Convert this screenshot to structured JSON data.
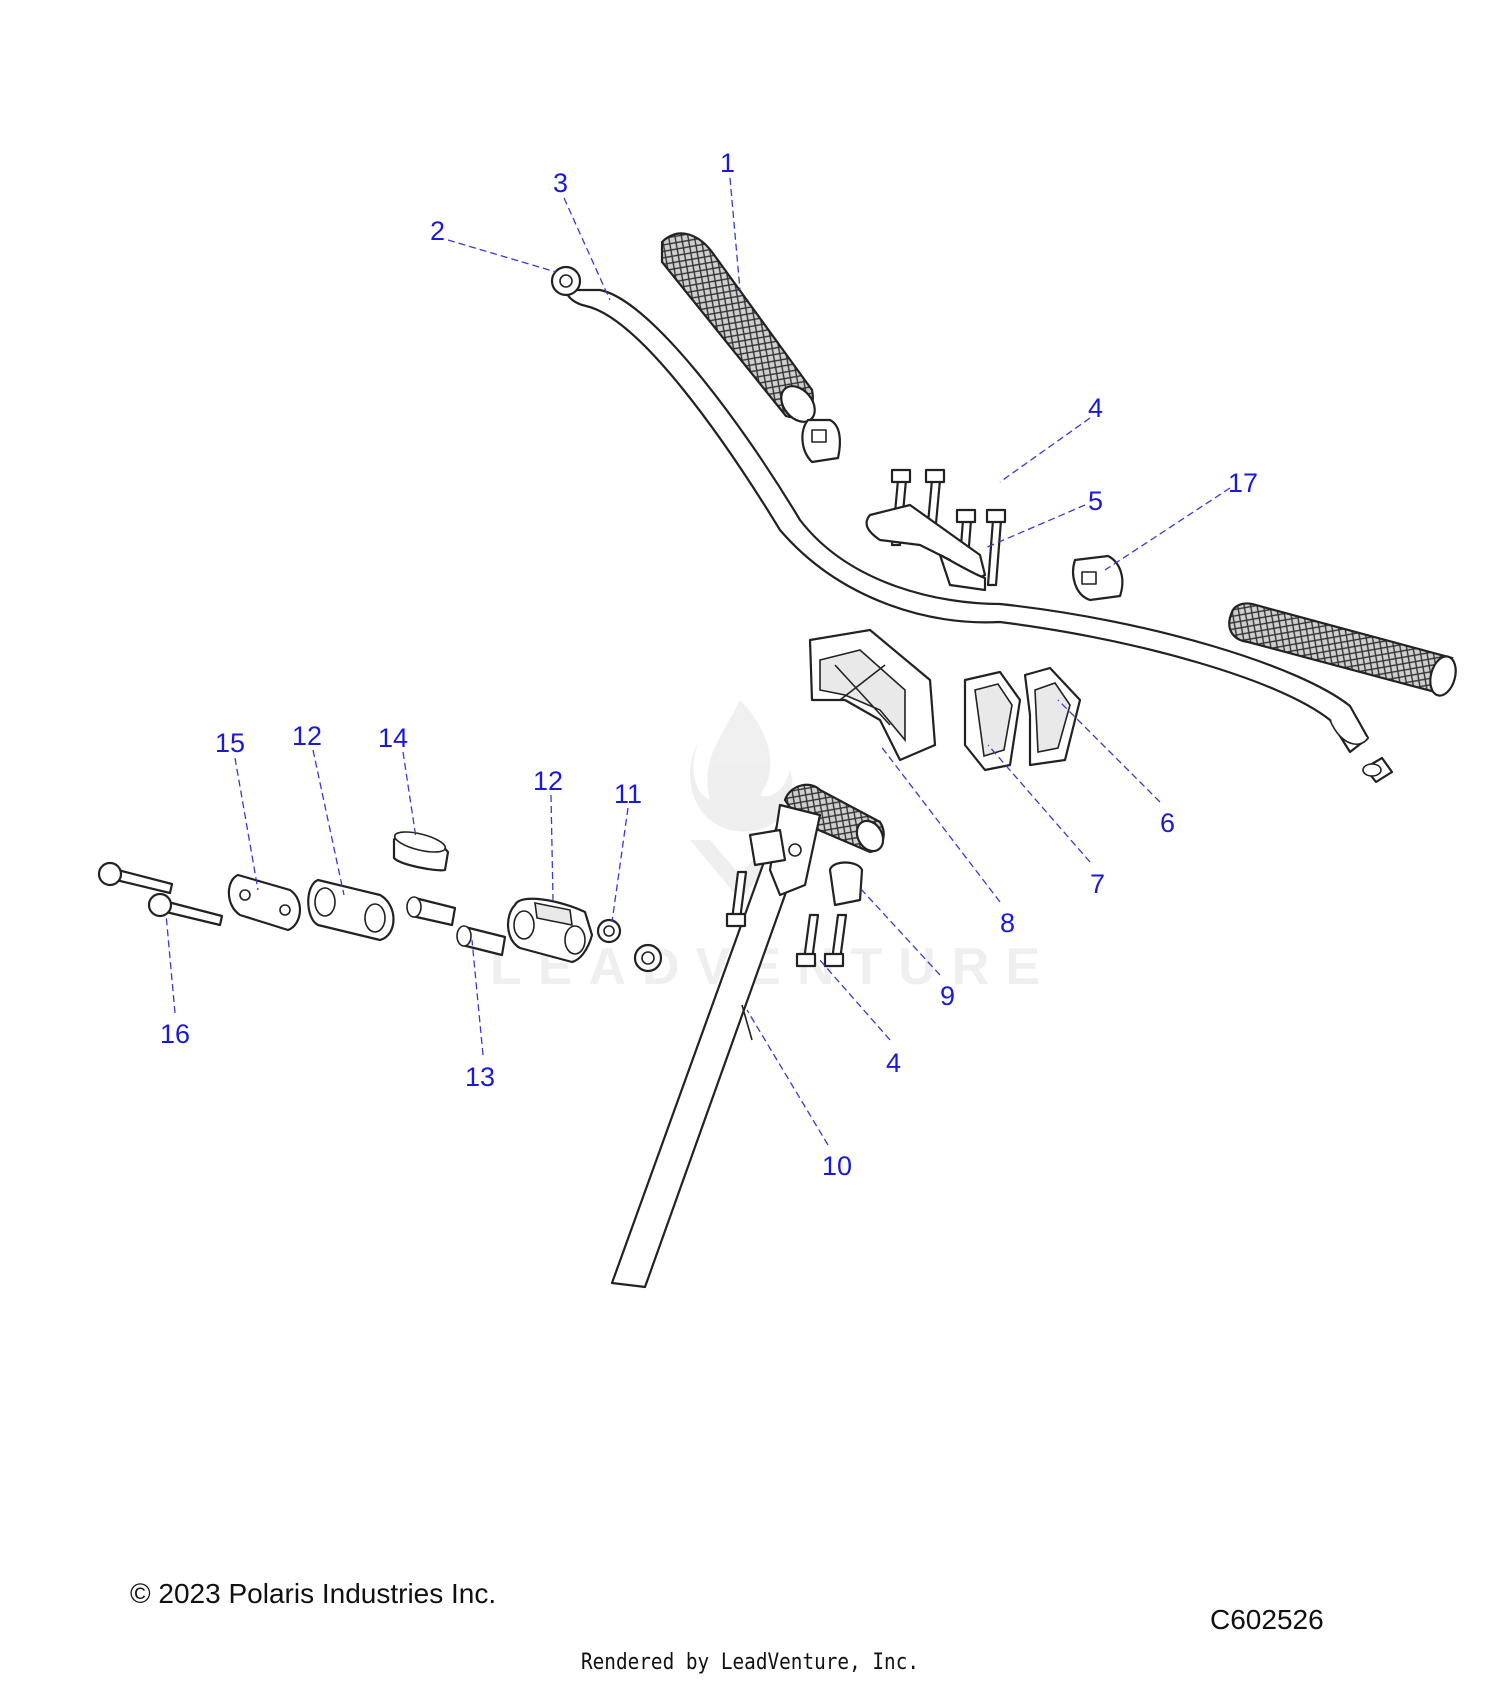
{
  "callouts": [
    {
      "id": "1",
      "label": "1"
    },
    {
      "id": "2",
      "label": "2"
    },
    {
      "id": "3",
      "label": "3"
    },
    {
      "id": "4a",
      "label": "4"
    },
    {
      "id": "5",
      "label": "5"
    },
    {
      "id": "17",
      "label": "17"
    },
    {
      "id": "6",
      "label": "6"
    },
    {
      "id": "7",
      "label": "7"
    },
    {
      "id": "8",
      "label": "8"
    },
    {
      "id": "9",
      "label": "9"
    },
    {
      "id": "4b",
      "label": "4"
    },
    {
      "id": "10",
      "label": "10"
    },
    {
      "id": "15",
      "label": "15"
    },
    {
      "id": "12a",
      "label": "12"
    },
    {
      "id": "14",
      "label": "14"
    },
    {
      "id": "12b",
      "label": "12"
    },
    {
      "id": "11",
      "label": "11"
    },
    {
      "id": "16",
      "label": "16"
    },
    {
      "id": "13",
      "label": "13"
    }
  ],
  "watermark": "LEADVENTURE",
  "footer": {
    "copyright": "© 2023 Polaris Industries Inc.",
    "ref_code": "C602526",
    "rendered_by": "Rendered by LeadVenture, Inc."
  },
  "colors": {
    "callout": "#1a1ad6",
    "line": "#222222"
  }
}
